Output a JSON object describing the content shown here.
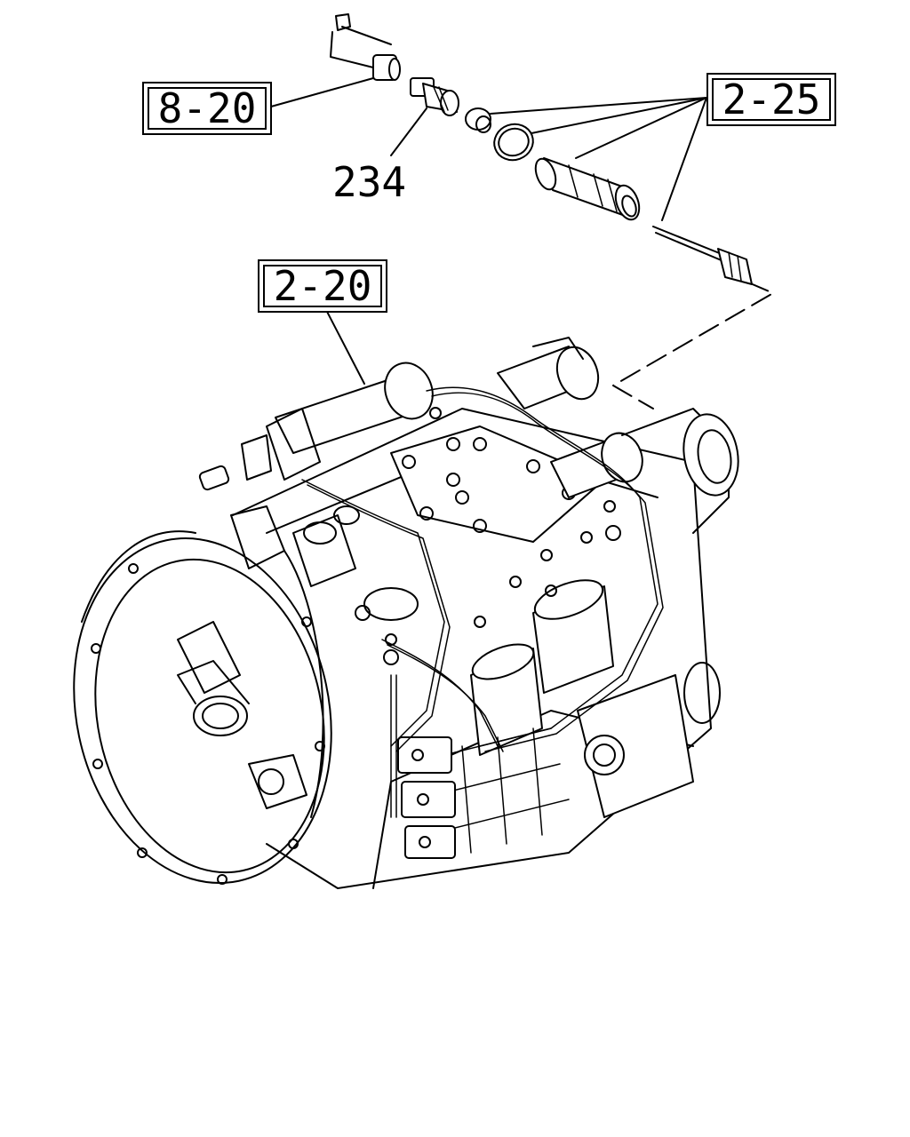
{
  "callouts": {
    "ref_8_20": "8-20",
    "ref_2_25": "2-25",
    "ref_2_20": "2-20"
  },
  "parts": {
    "part_234": "234"
  },
  "colors": {
    "ink": "#000000",
    "paper": "#ffffff"
  }
}
